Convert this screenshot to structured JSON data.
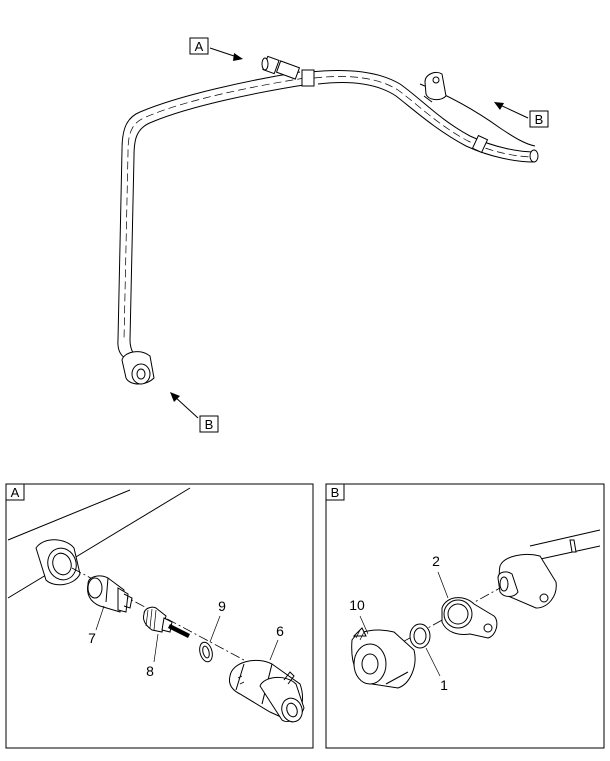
{
  "overview": {
    "callouts": {
      "a": "A",
      "b1": "B",
      "b2": "B"
    }
  },
  "detail_a": {
    "panel_label": "A",
    "parts": [
      "7",
      "8",
      "9",
      "6"
    ]
  },
  "detail_b": {
    "panel_label": "B",
    "parts": [
      "10",
      "2",
      "1"
    ]
  },
  "colors": {
    "line": "#000000",
    "background": "#ffffff"
  }
}
